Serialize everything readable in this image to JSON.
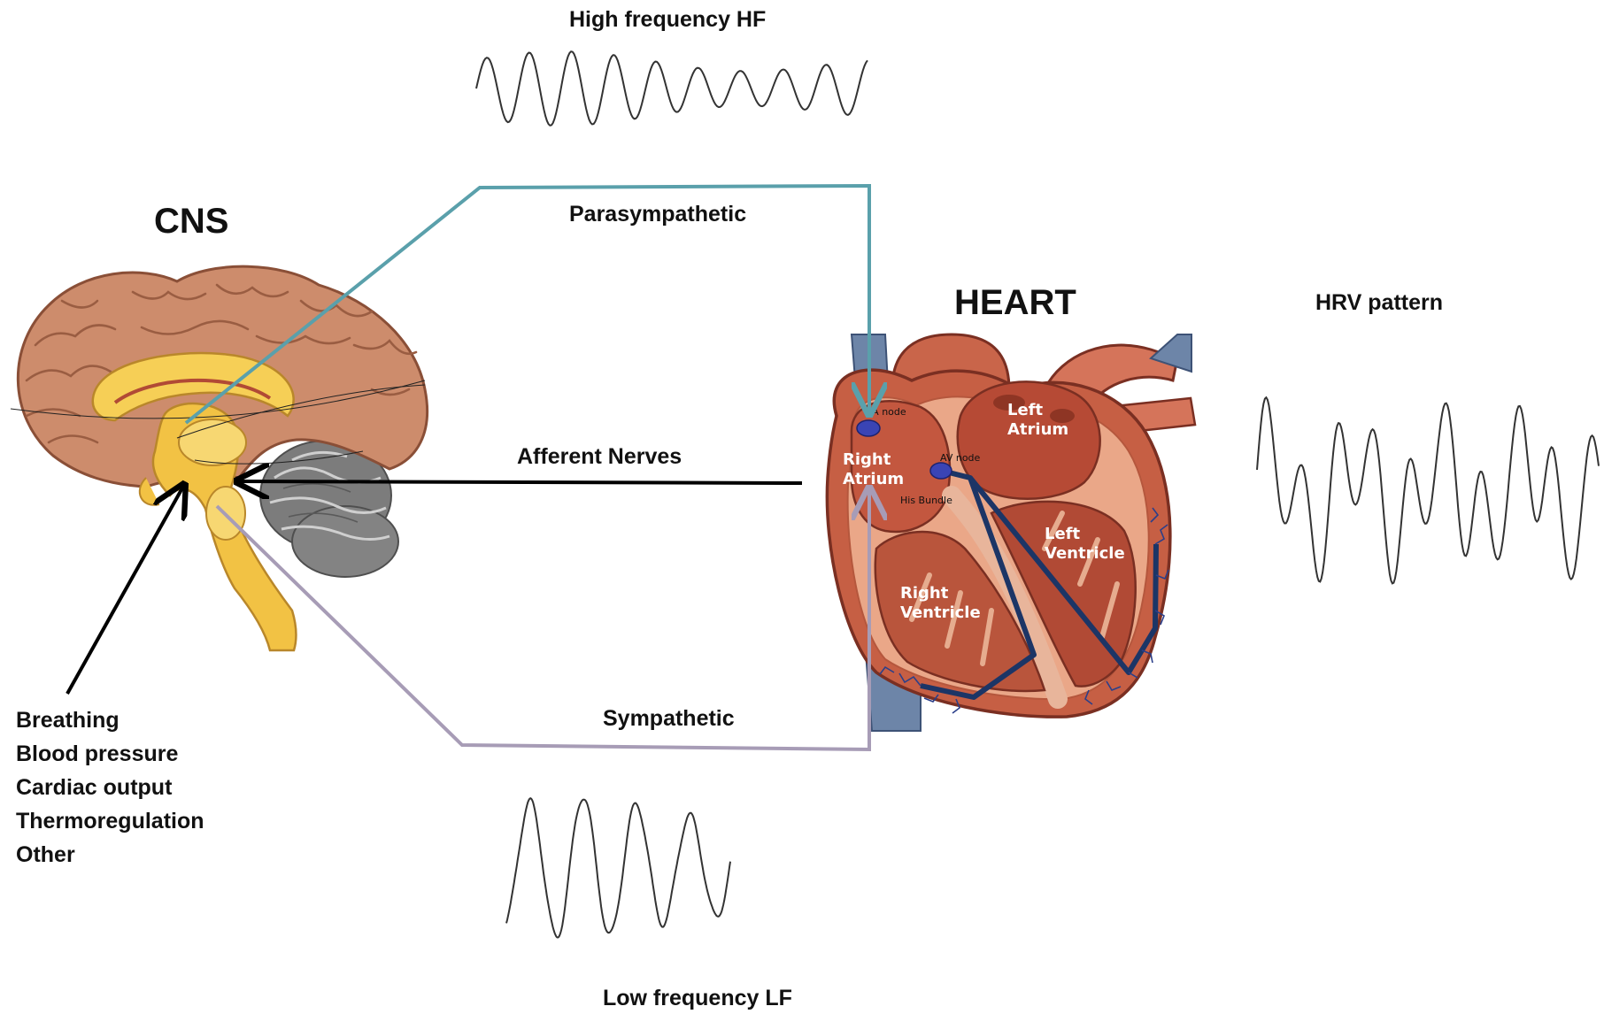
{
  "labels": {
    "cns": "CNS",
    "heart": "HEART",
    "hf": "High frequency HF",
    "lf": "Low frequency LF",
    "hrv": "HRV pattern",
    "parasympathetic": "Parasympathetic",
    "afferent": "Afferent Nerves",
    "sympathetic": "Sympathetic"
  },
  "inputs_list": [
    "Breathing",
    "Blood pressure",
    "Cardiac output",
    "Thermoregulation",
    "Other"
  ],
  "heart_labels": {
    "left_atrium": [
      "Left",
      "Atrium"
    ],
    "right_atrium": [
      "Right",
      "Atrium"
    ],
    "left_ventricle": [
      "Left",
      "Ventricle"
    ],
    "right_ventricle": [
      "Right",
      "Ventricle"
    ],
    "sa_node": "SA node",
    "av_node": "AV node",
    "his_bundle": "His Bundle"
  },
  "colors": {
    "parasympathetic": "#5aa0ab",
    "sympathetic": "#a79cb6",
    "afferent": "#000000",
    "waveform": "#333333",
    "brain_cortex": "#cd8c6c",
    "brainstem": "#f2c244",
    "heart_wall": "#c65f44",
    "conduction": "#1c3566",
    "vessel": "#6d85a8"
  }
}
